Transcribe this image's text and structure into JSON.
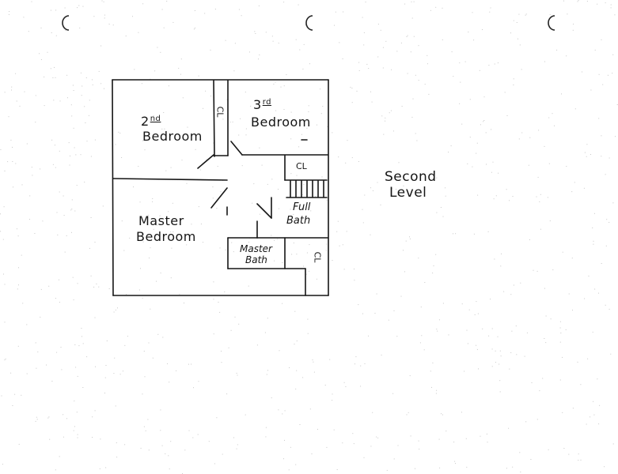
{
  "plan": {
    "title_line1": "Second",
    "title_line2": "Level",
    "rooms": {
      "bedroom2": {
        "num": "2",
        "suffix": "nd",
        "word": "Bedroom"
      },
      "bedroom3": {
        "num": "3",
        "suffix": "rd",
        "word": "Bedroom"
      },
      "master_bedroom": {
        "line1": "Master",
        "line2": "Bedroom"
      },
      "full_bath": {
        "line1": "Full",
        "line2": "Bath"
      },
      "master_bath": {
        "line1": "Master",
        "line2": "Bath"
      }
    },
    "closets": {
      "closet_a": "CL",
      "closet_b": "CL",
      "closet_c": "CL"
    }
  },
  "colors": {
    "ink": "#151515",
    "paper": "#ffffff",
    "speckle": "#c9c9c9"
  }
}
